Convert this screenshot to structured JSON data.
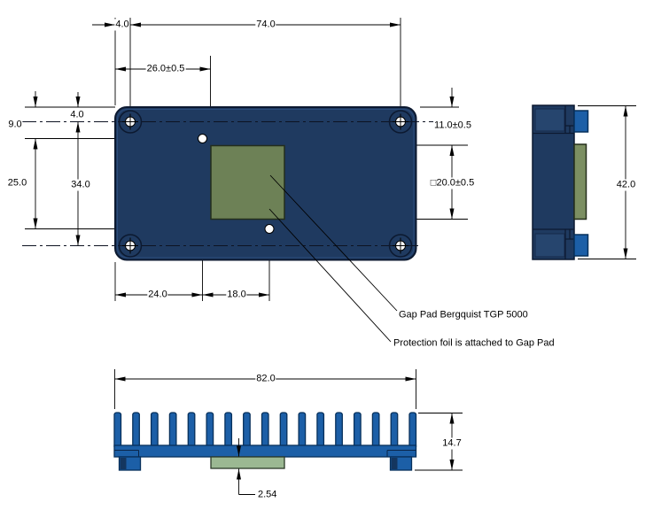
{
  "dims": {
    "edge_to_hole_top": "4.0",
    "hole_span_width": "74.0",
    "edge_to_pad": "26.0±0.5",
    "edge_to_pinhole_v": "9.0",
    "edge_to_hole_left": "4.0",
    "pinhole_span_v": "25.0",
    "hole_span_height": "34.0",
    "edge_to_pinhole1_h": "24.0",
    "pinhole_span_h": "18.0",
    "edge_to_pad_top": "11.0±0.5",
    "pad_square": "□20.0±0.5",
    "plate_height": "42.0",
    "overall_width": "82.0",
    "overall_thickness": "14.7",
    "pad_thickness": "2.54"
  },
  "annotations": {
    "gap_pad": "Gap Pad Bergquist TGP 5000",
    "protection_foil": "Protection foil is attached to Gap Pad"
  },
  "colors": {
    "plate_navy": "#1f3a60",
    "heatsink_blue": "#1c5fa7",
    "pad_olive": "#6d8156",
    "pad_side": "#7c8f62",
    "pad_light": "#9bb892",
    "outline": "#0c1930"
  }
}
